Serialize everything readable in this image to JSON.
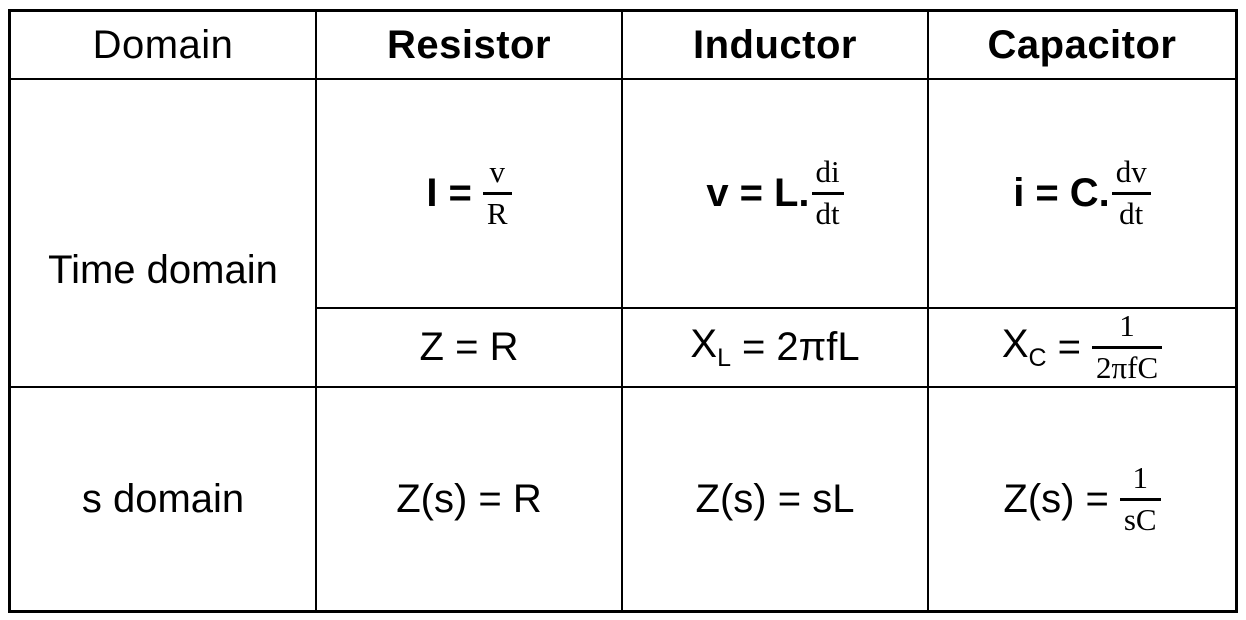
{
  "colors": {
    "border": "#000000",
    "text": "#000000",
    "background": "#ffffff"
  },
  "table": {
    "headers": {
      "domain": "Domain",
      "resistor": "Resistor",
      "inductor": "Inductor",
      "capacitor": "Capacitor"
    },
    "row_labels": {
      "time_domain": "Time domain",
      "s_domain": "s domain"
    },
    "time_domain": {
      "resistor": {
        "lhs": "I",
        "eq": "=",
        "num": "v",
        "den": "R"
      },
      "inductor": {
        "lhs": "v",
        "eq": "=",
        "pre": "L.",
        "num": "di",
        "den": "dt"
      },
      "capacitor": {
        "lhs": "i",
        "eq": "=",
        "pre": "C.",
        "num": "dv",
        "den": "dt"
      },
      "resistor_impedance": {
        "text": "Z = R"
      },
      "inductor_impedance": {
        "base": "X",
        "sub": "L",
        "eq": "=",
        "rhs": "2πfL"
      },
      "capacitor_impedance": {
        "base": "X",
        "sub": "C",
        "eq": "=",
        "num": "1",
        "den": "2πfC"
      }
    },
    "s_domain": {
      "resistor": {
        "text": "Z(s) = R"
      },
      "inductor": {
        "text": "Z(s) = sL"
      },
      "capacitor": {
        "lhs": "Z(s)",
        "eq": "=",
        "num": "1",
        "den": "sC"
      }
    }
  }
}
